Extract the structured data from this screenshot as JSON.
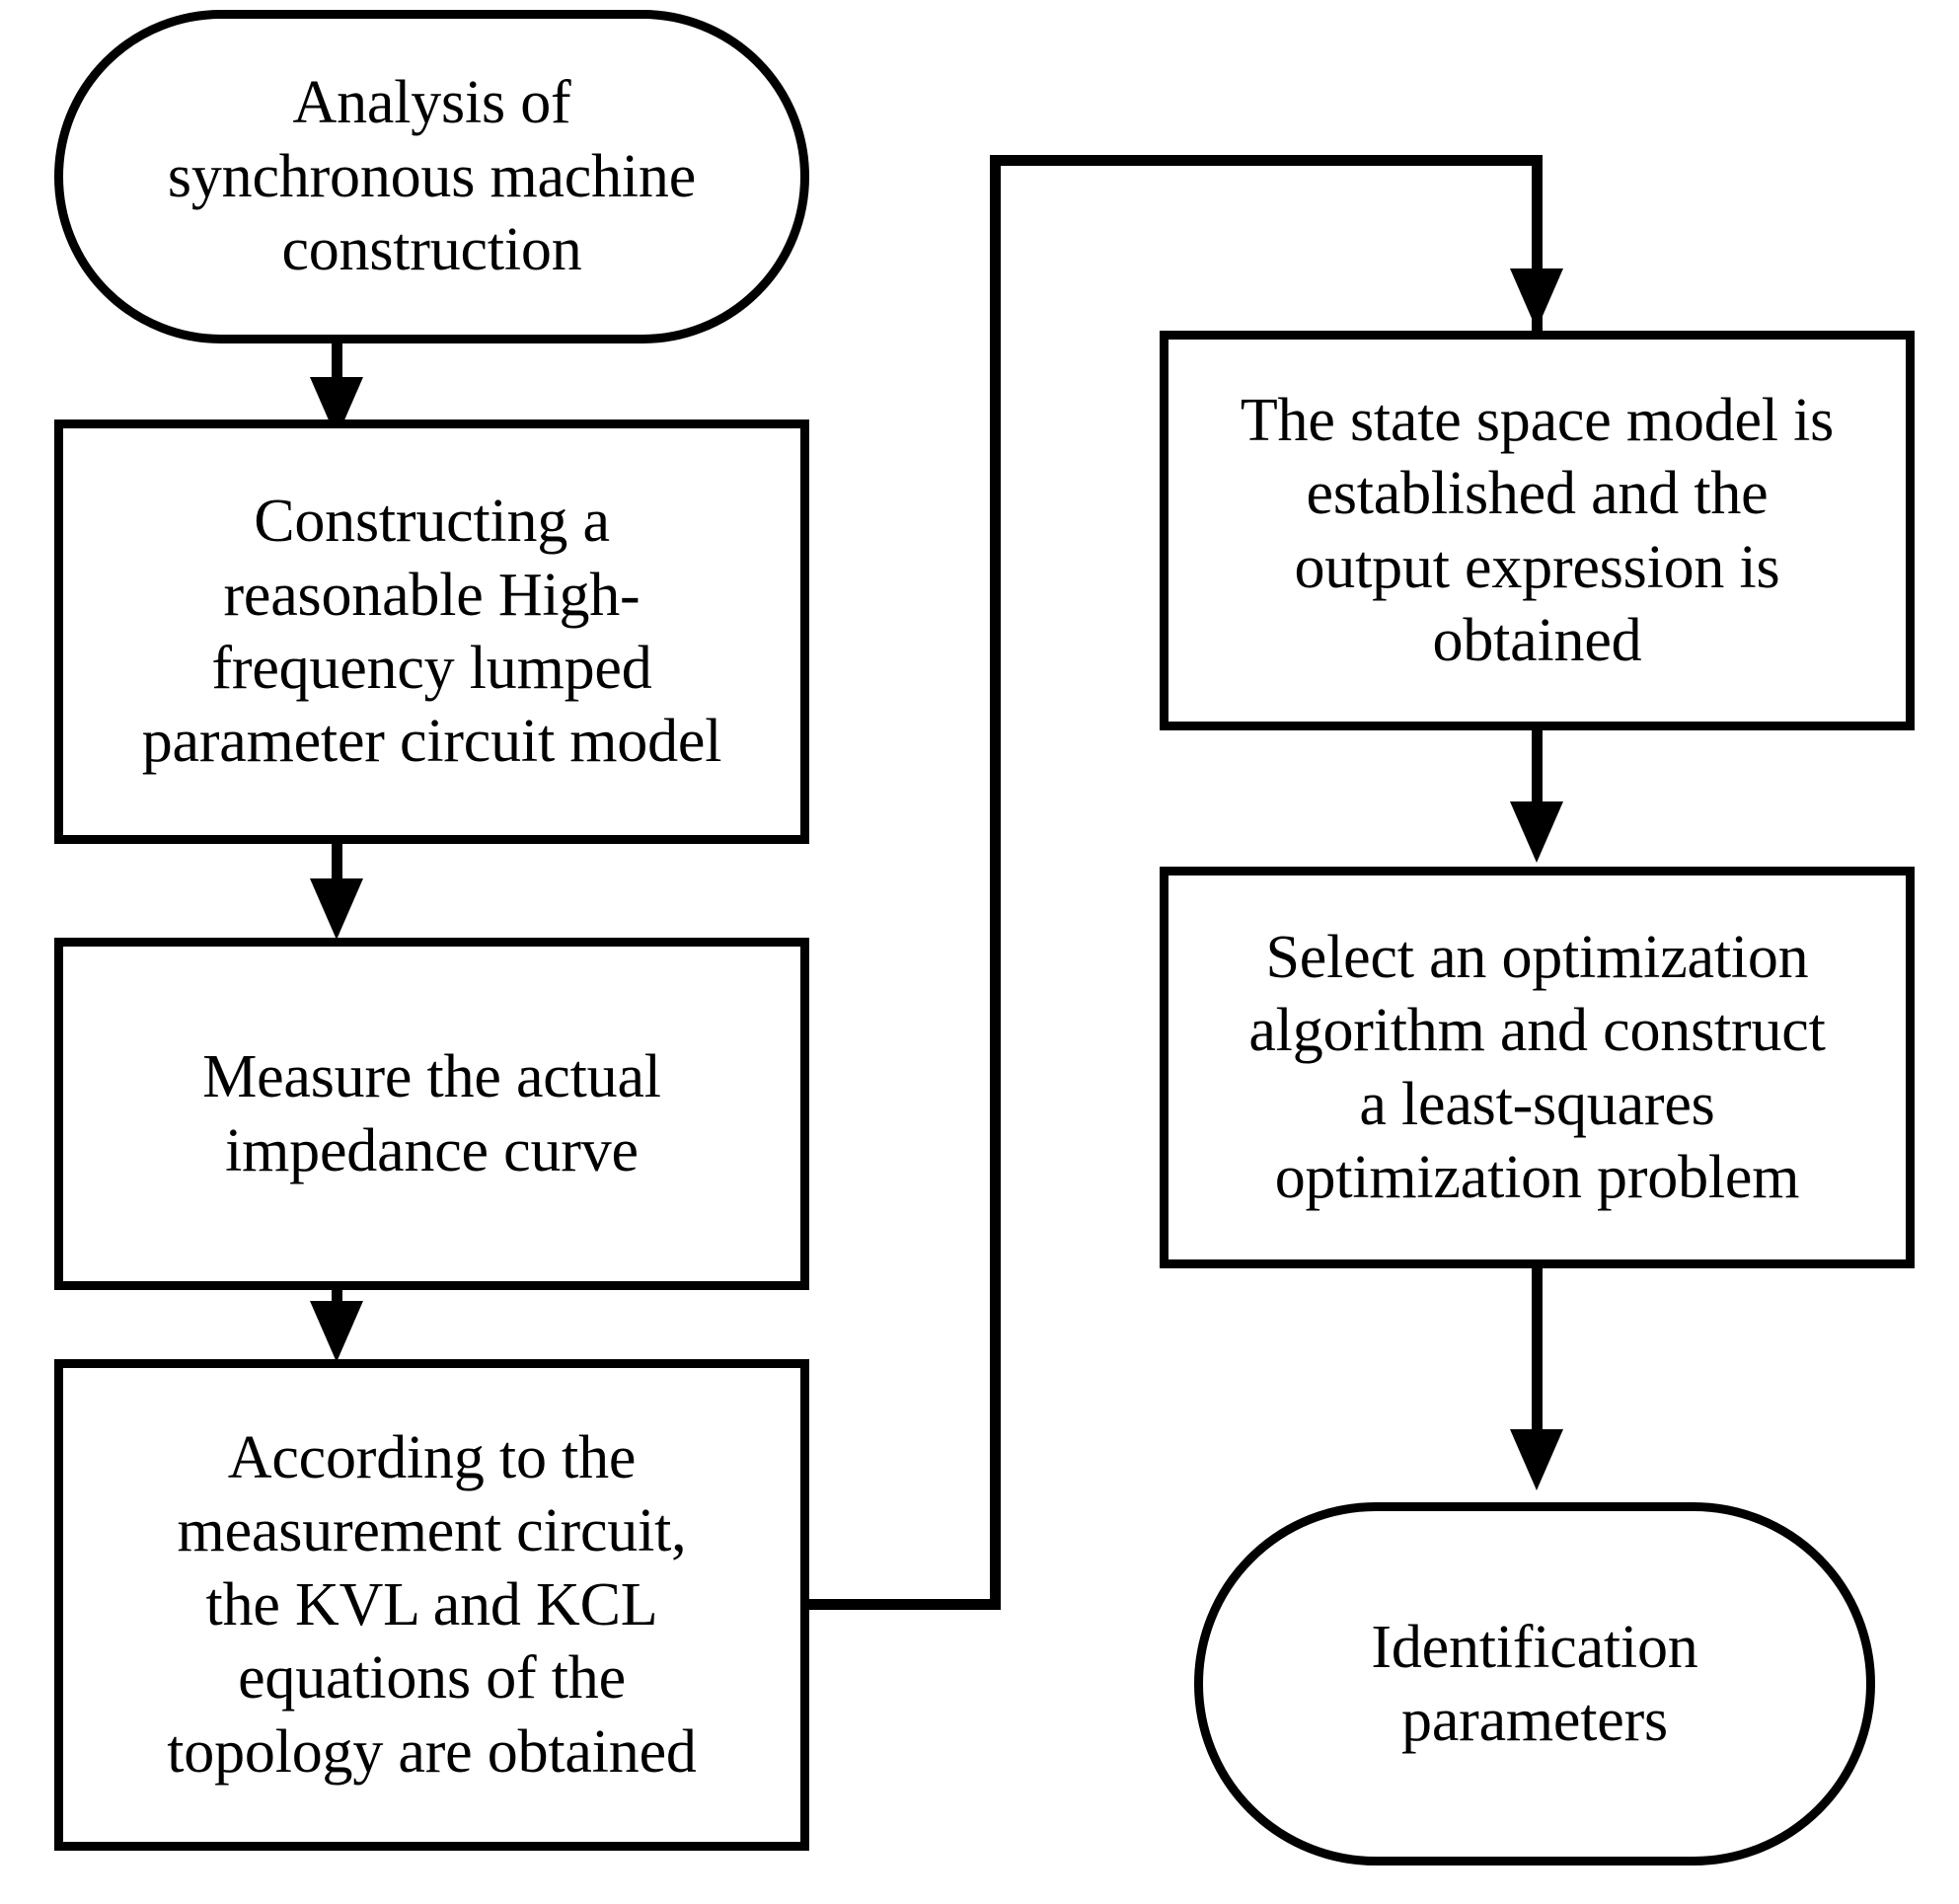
{
  "diagram": {
    "title": "Synchronous machine high-frequency parameter identification flowchart",
    "type": "flowchart",
    "background_color": "#ffffff",
    "line_color": "#000000",
    "node_fill": "#ffffff",
    "nodes": [
      {
        "id": "n1",
        "shape": "terminator",
        "column": "left",
        "order": 1,
        "label": "Analysis of\nsynchronous machine\nconstruction"
      },
      {
        "id": "n2",
        "shape": "process",
        "column": "left",
        "order": 2,
        "label": "Constructing a\nreasonable High-\nfrequency lumped\nparameter circuit model"
      },
      {
        "id": "n3",
        "shape": "process",
        "column": "left",
        "order": 3,
        "label": "Measure the actual\nimpedance curve"
      },
      {
        "id": "n4",
        "shape": "process",
        "column": "left",
        "order": 4,
        "label": "According to the\nmeasurement circuit,\nthe KVL and KCL\nequations of the\ntopology are obtained"
      },
      {
        "id": "n5",
        "shape": "process",
        "column": "right",
        "order": 5,
        "label": "The state space model is\nestablished and the\noutput expression is\nobtained"
      },
      {
        "id": "n6",
        "shape": "process",
        "column": "right",
        "order": 6,
        "label": "Select an optimization\nalgorithm and construct\na least-squares\noptimization problem"
      },
      {
        "id": "n7",
        "shape": "terminator",
        "column": "right",
        "order": 7,
        "label": "Identification\nparameters"
      }
    ],
    "edges": [
      {
        "id": "e1",
        "from": "n1",
        "to": "n2",
        "style": "straight-down",
        "arrow": "down"
      },
      {
        "id": "e2",
        "from": "n2",
        "to": "n3",
        "style": "straight-down",
        "arrow": "down"
      },
      {
        "id": "e3",
        "from": "n3",
        "to": "n4",
        "style": "straight-down",
        "arrow": "down"
      },
      {
        "id": "e4",
        "from": "n4",
        "to": "n5",
        "style": "right-up-right-down",
        "arrow": "down"
      },
      {
        "id": "e5",
        "from": "n5",
        "to": "n6",
        "style": "straight-down",
        "arrow": "down"
      },
      {
        "id": "e6",
        "from": "n6",
        "to": "n7",
        "style": "straight-down",
        "arrow": "down"
      }
    ]
  }
}
